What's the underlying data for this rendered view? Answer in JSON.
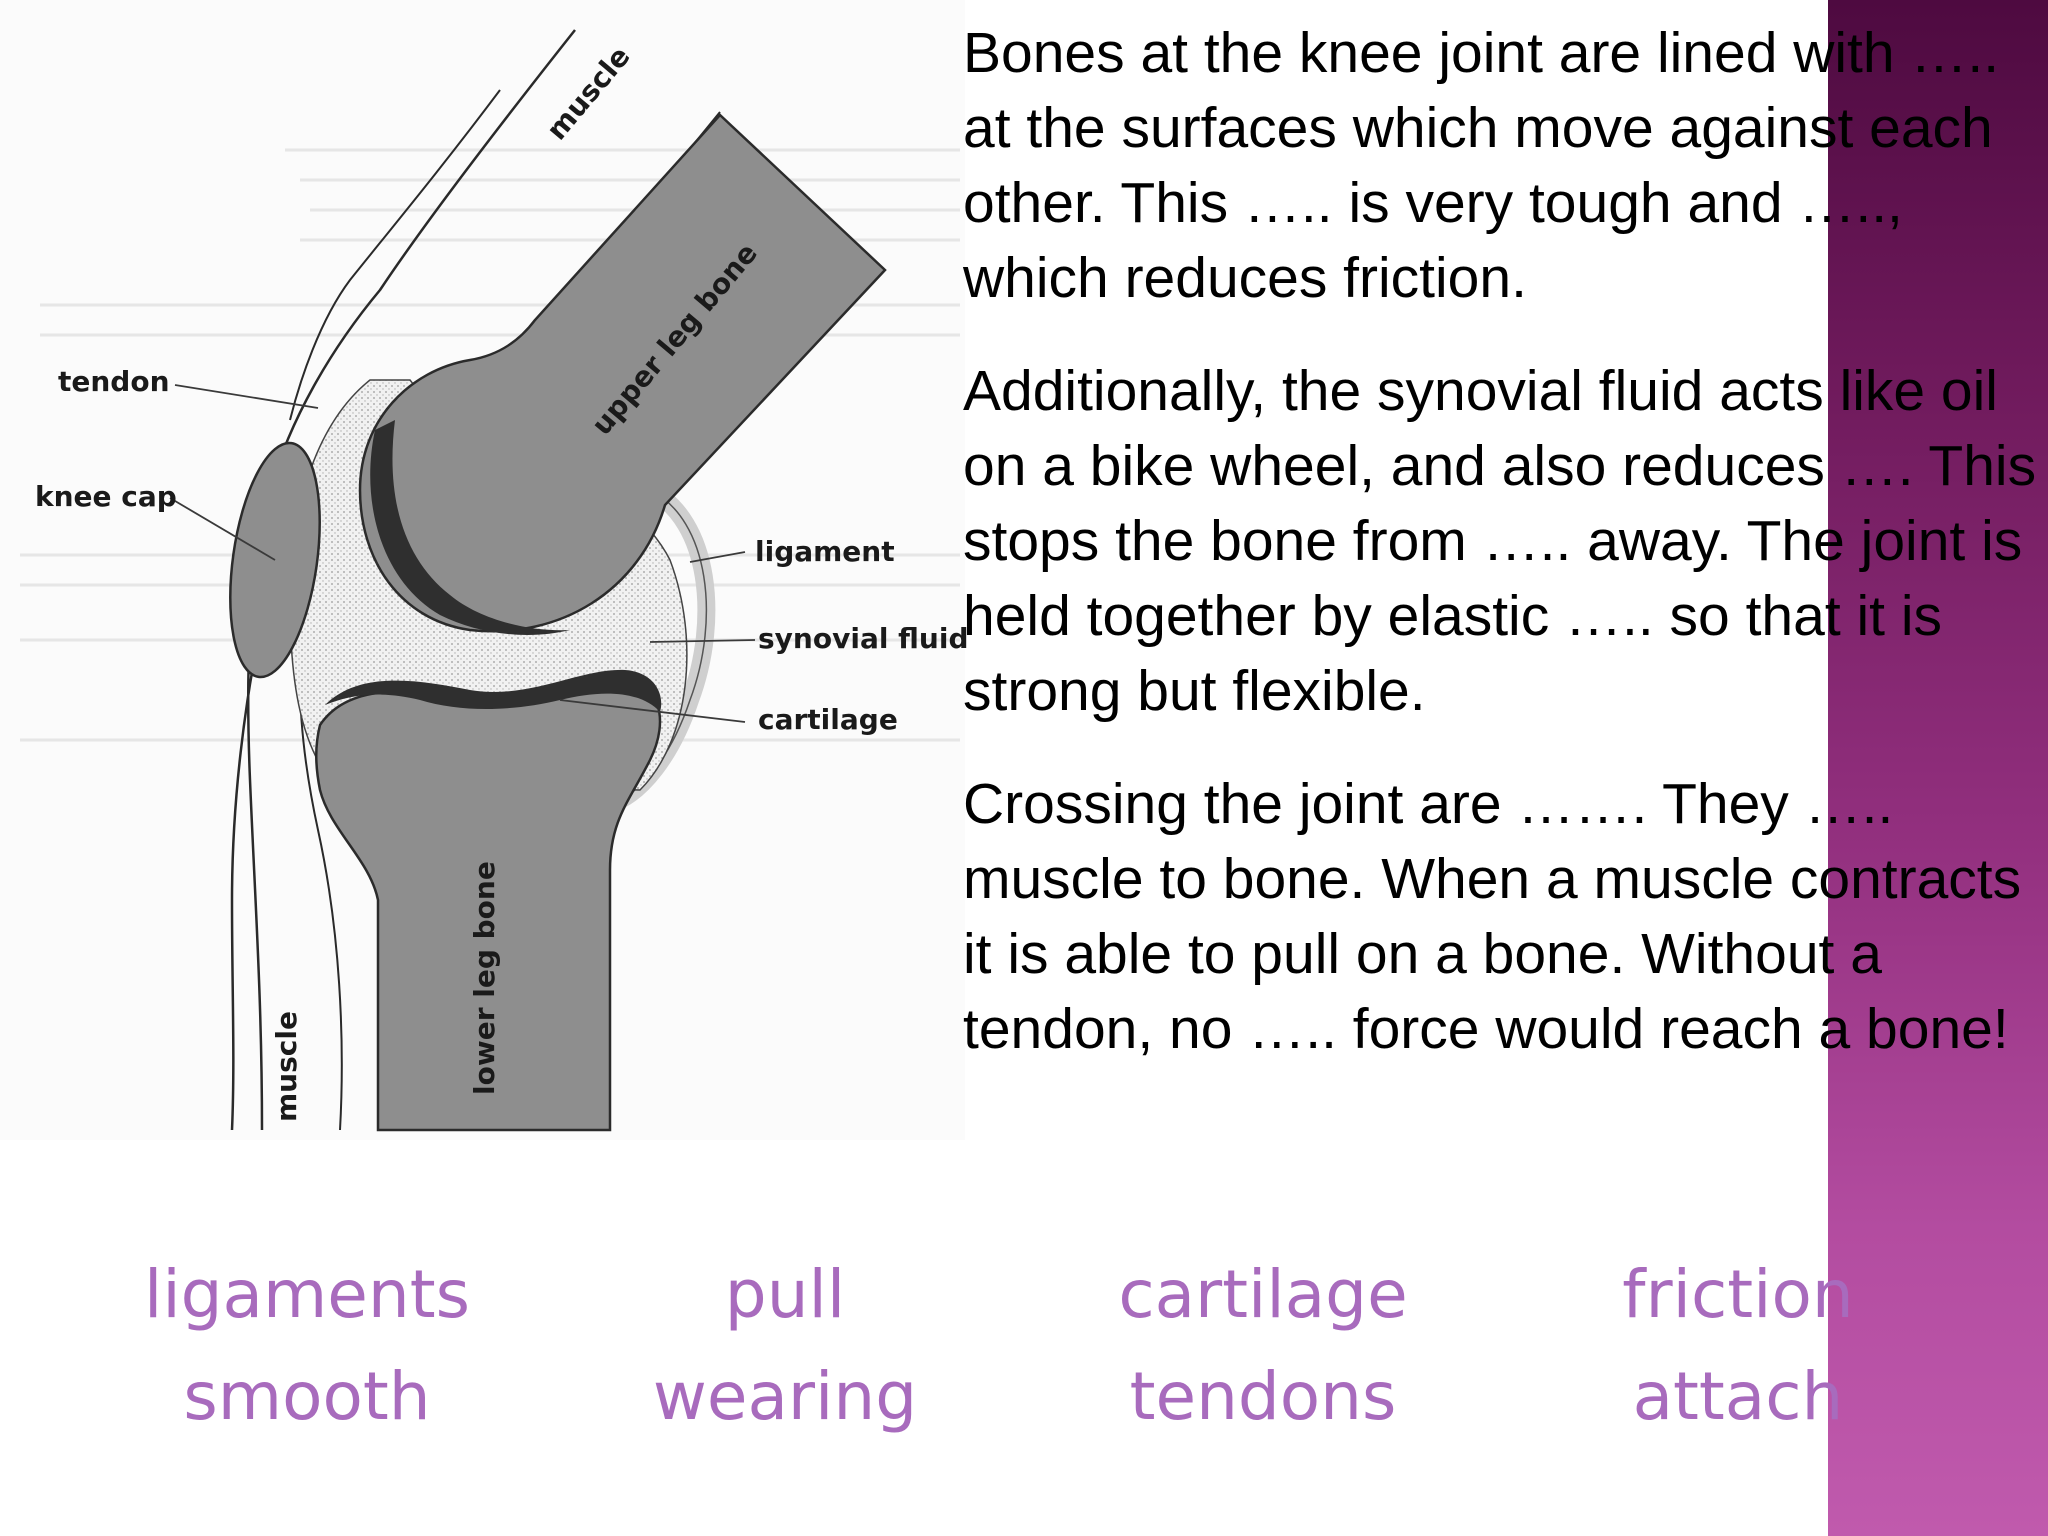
{
  "diagram": {
    "labels": {
      "muscle_top": "muscle",
      "upper_leg_bone": "upper leg bone",
      "tendon": "tendon",
      "knee_cap": "knee cap",
      "ligament": "ligament",
      "synovial_fluid": "synovial fluid",
      "cartilage": "cartilage",
      "lower_leg_bone": "lower leg bone",
      "muscle_bottom": "muscle"
    }
  },
  "paragraphs": [
    "Bones at the knee joint are lined with ….. at the surfaces which move against each other. This ….. is very tough and ….., which reduces friction.",
    "Additionally, the synovial fluid acts like oil on a bike wheel, and also reduces …. This stops the bone from ….. away. The joint is held together by elastic ….. so that it is strong but flexible.",
    "Crossing the joint are ……. They ….. muscle to bone. When a muscle contracts it is able to pull on a bone. Without a tendon, no ….. force would reach a bone!"
  ],
  "word_bank": {
    "row1": [
      "ligaments",
      "pull",
      "cartilage",
      "friction"
    ],
    "row2": [
      "smooth",
      "wearing",
      "tendons",
      "attach"
    ]
  },
  "colors": {
    "accent": "#93307f",
    "word_bank": "#a86bbd"
  }
}
